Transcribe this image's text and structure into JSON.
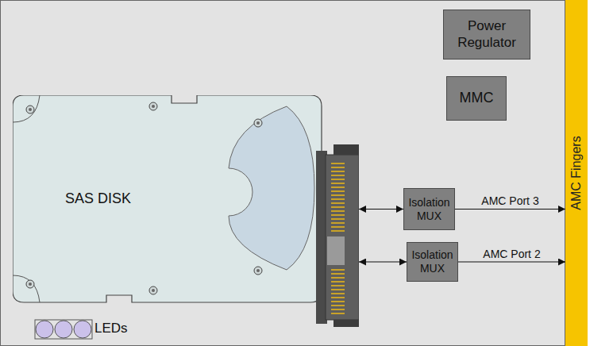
{
  "diagram": {
    "nodes": [
      {
        "text": [
          "Power Regulator"
        ]
      },
      {
        "text": [
          "MMC"
        ]
      },
      {
        "text": [
          "SAS DISK"
        ]
      },
      {
        "text": [
          "Isolation MUX"
        ]
      },
      {
        "text": [
          "Isolation MUX"
        ]
      },
      {
        "text": [
          "AMC Fingers"
        ]
      }
    ],
    "edges": [
      {
        "from": 2,
        "to": 3,
        "arrow": "both"
      },
      {
        "from": 3,
        "to": 5,
        "label": "AMC Port 3",
        "arrow": "to"
      },
      {
        "from": 2,
        "to": 4,
        "arrow": "both"
      },
      {
        "from": 4,
        "to": 5,
        "label": "AMC Port 2",
        "arrow": "to"
      }
    ],
    "labels": [
      "LEDs"
    ]
  }
}
